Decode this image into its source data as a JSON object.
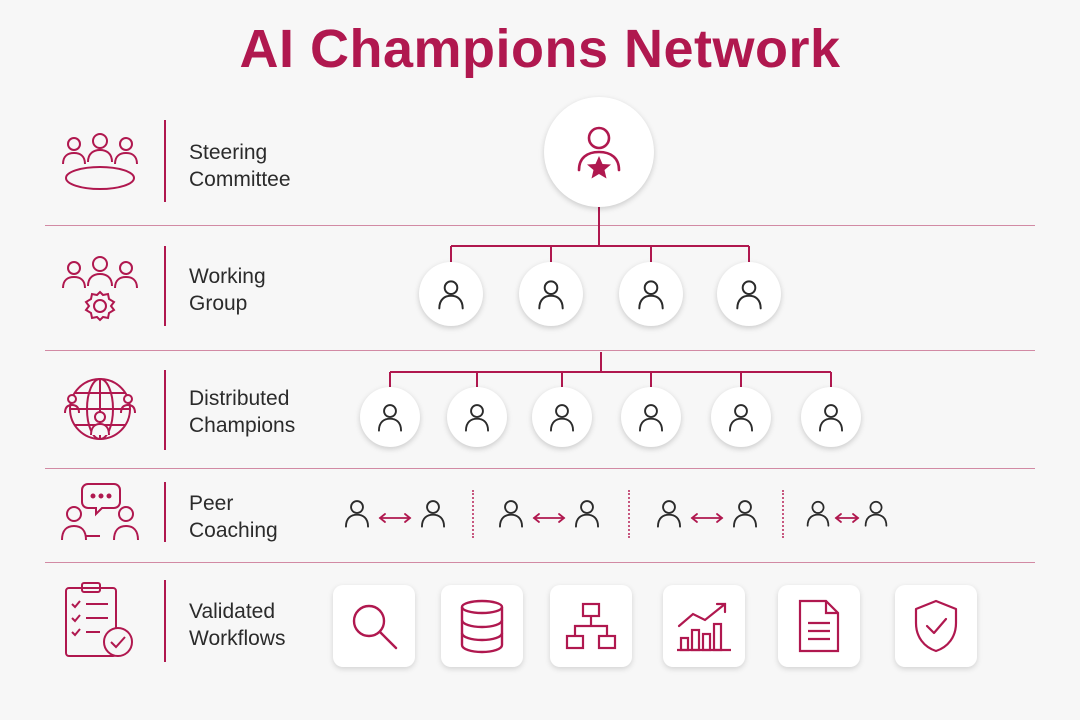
{
  "title": "AI Champions Network",
  "colors": {
    "accent": "#b0184f",
    "ink": "#2b2b2b",
    "background": "#f7f7f7"
  },
  "tiers": [
    {
      "line1": "Steering",
      "line2": "Committee",
      "icon": "meeting-table-icon"
    },
    {
      "line1": "Working",
      "line2": "Group",
      "icon": "team-gear-icon"
    },
    {
      "line1": "Distributed",
      "line2": "Champions",
      "icon": "globe-people-icon"
    },
    {
      "line1": "Peer",
      "line2": "Coaching",
      "icon": "conversation-icon"
    },
    {
      "line1": "Validated",
      "line2": "Workflows",
      "icon": "checklist-icon"
    }
  ],
  "workflow_icons": [
    "search-icon",
    "database-icon",
    "hierarchy-icon",
    "growth-chart-icon",
    "document-icon",
    "shield-check-icon"
  ]
}
